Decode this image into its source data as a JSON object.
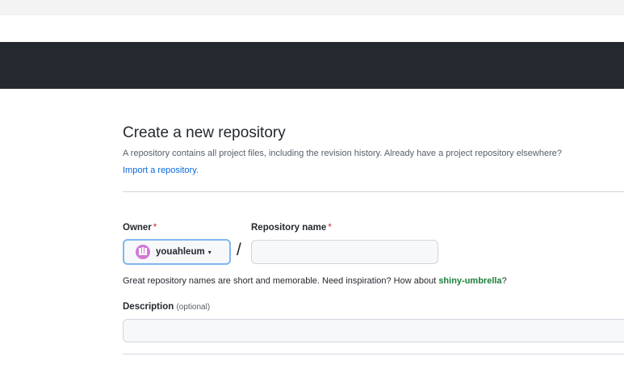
{
  "page": {
    "title": "Create a new repository",
    "subtitle": "A repository contains all project files, including the revision history. Already have a project repository elsewhere?",
    "import_link": "Import a repository."
  },
  "owner": {
    "label": "Owner",
    "required_mark": "*",
    "selected": "youahleum",
    "caret": "▾"
  },
  "separator": "/",
  "repo_name": {
    "label": "Repository name",
    "required_mark": "*",
    "value": ""
  },
  "hint": {
    "text": "Great repository names are short and memorable. Need inspiration? How about ",
    "suggestion": "shiny-umbrella",
    "end": "?"
  },
  "description": {
    "label": "Description",
    "optional": "(optional)",
    "value": ""
  },
  "colors": {
    "header_bg": "#24292f",
    "link": "#0969da",
    "suggestion": "#1a7f37",
    "required": "#cf222e",
    "focus_border": "#80b6f2"
  },
  "icons": {
    "avatar": "identicon-avatar",
    "caret": "caret-down-icon"
  }
}
